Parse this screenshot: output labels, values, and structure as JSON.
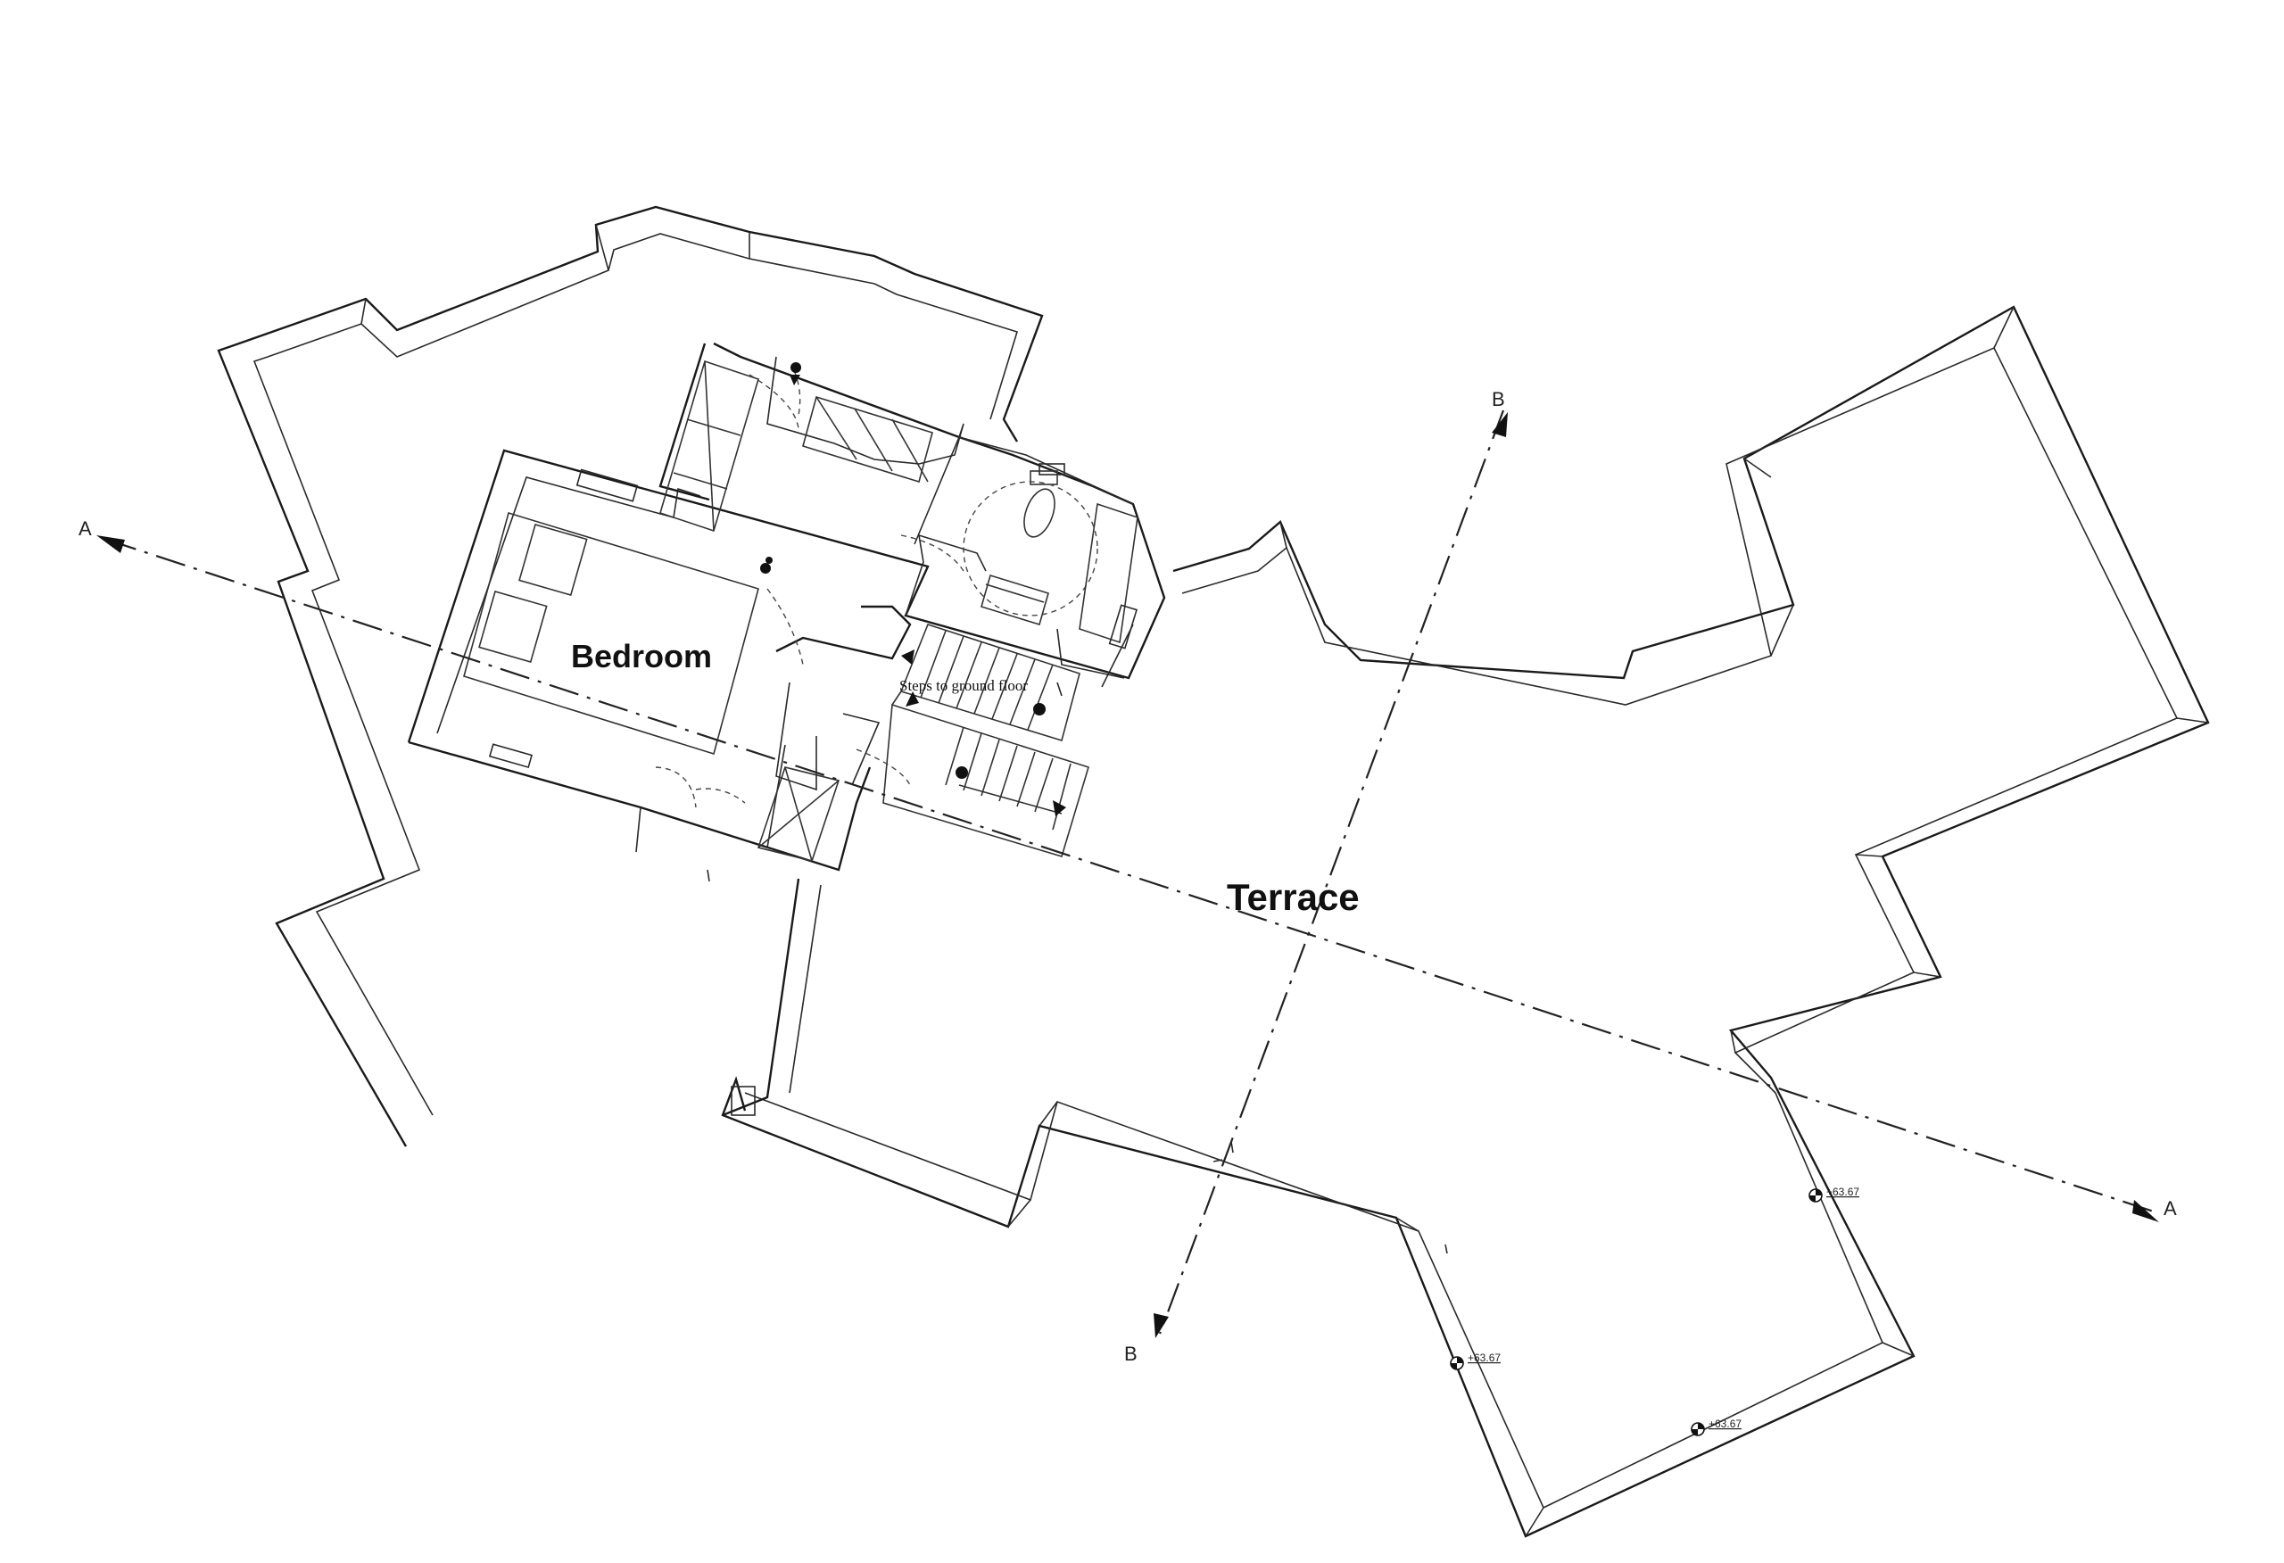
{
  "rooms": {
    "bedroom": "Bedroom",
    "terrace": "Terrace",
    "stairs": "Steps to ground floor"
  },
  "sections": {
    "a_left": "A",
    "a_right": "A",
    "b_top": "B",
    "b_bottom": "B"
  },
  "levels": [
    "+63.67",
    "+63.67",
    "+63.67"
  ]
}
